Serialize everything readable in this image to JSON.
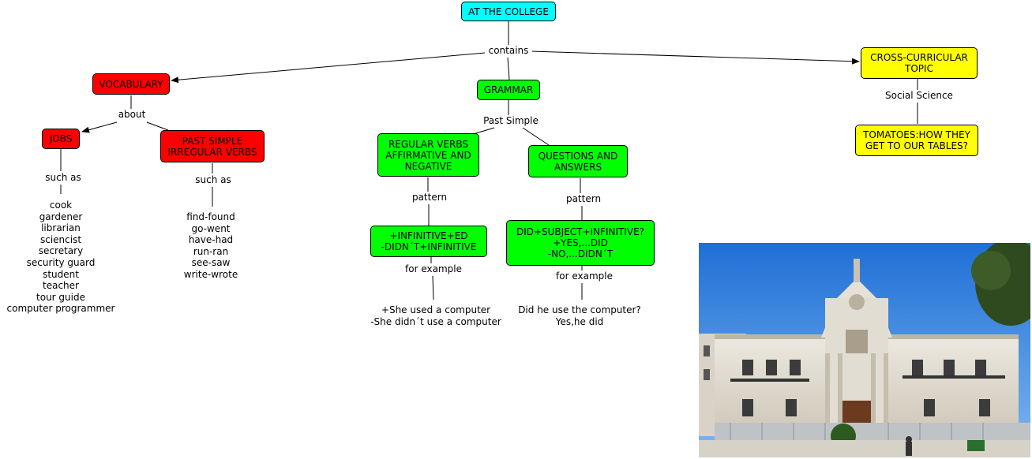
{
  "nodes": {
    "root": "AT THE COLLEGE",
    "vocabulary": "VOCABULARY",
    "grammar": "GRAMMAR",
    "cross_curricular": "CROSS-CURRICULAR\nTOPIC",
    "tomatoes": "TOMATOES:HOW THEY\nGET TO OUR TABLES?",
    "jobs": "JOBS",
    "irregular_verbs": "PAST SIMPLE\nIRREGULAR VERBS",
    "regular_verbs": "REGULAR VERBS\nAFFIRMATIVE AND\nNEGATIVE",
    "questions": "QUESTIONS AND\nANSWERS",
    "regular_pattern": "+INFINITIVE+ED\n-DIDN´T+INFINITIVE",
    "question_pattern": "DID+SUBJECT+INFINITIVE?\n+YES,...DID\n-NO,...DIDN´T"
  },
  "links": {
    "contains": "contains",
    "about": "about",
    "past_simple": "Past Simple",
    "social_science": "Social Science",
    "such_as_jobs": "such as",
    "such_as_verbs": "such as",
    "pattern_regular": "pattern",
    "pattern_questions": "pattern",
    "for_example_regular": "for example",
    "for_example_questions": "for example"
  },
  "lists": {
    "jobs": "cook\ngardener\nlibrarian\nsciencist\nsecretary\nsecurity guard\nstudent\nteacher\ntour guide\ncomputer programmer",
    "verbs": "find-found\ngo-went\nhave-had\nrun-ran\nsee-saw\nwrite-wrote",
    "regular_examples": "+She used a computer\n-She didn´t use a computer",
    "question_examples": "Did he use the computer?\nYes,he did"
  },
  "colors": {
    "root": "#00ffff",
    "vocabulary": "#ff0000",
    "grammar": "#00ff00",
    "cross_curricular": "#ffff00"
  }
}
